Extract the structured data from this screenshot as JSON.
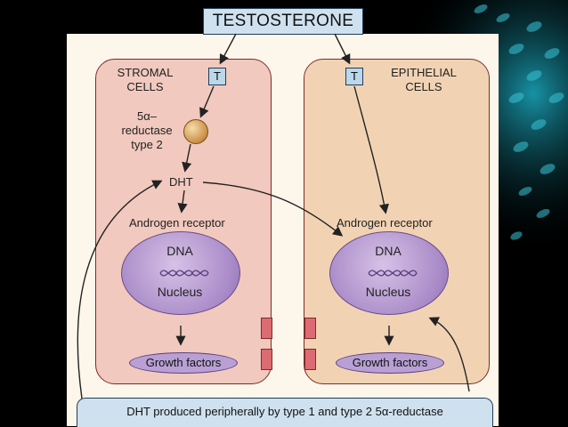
{
  "title": "TESTOSTERONE",
  "stromal": {
    "name_line1": "STROMAL",
    "name_line2": "CELLS",
    "t_label": "T",
    "enzyme_line1": "5α–",
    "enzyme_line2": "reductase",
    "enzyme_line3": "type 2",
    "dht": "DHT",
    "receptor": "Androgen receptor",
    "dna": "DNA",
    "nucleus": "Nucleus",
    "growth_factors": "Growth factors"
  },
  "epithelial": {
    "name_line1": "EPITHELIAL",
    "name_line2": "CELLS",
    "t_label": "T",
    "receptor": "Androgen receptor",
    "dna": "DNA",
    "nucleus": "Nucleus",
    "growth_factors": "Growth factors"
  },
  "footer": "DHT produced peripherally by type 1 and type 2 5α-reductase",
  "colors": {
    "stromal_cell": "#f2c9be",
    "epithelial_cell": "#f1d3b4",
    "label_box": "#cfe1ef",
    "nucleus": "#a98bc8",
    "enzyme": "#c98f45",
    "gap_junction": "#dd6b73"
  }
}
